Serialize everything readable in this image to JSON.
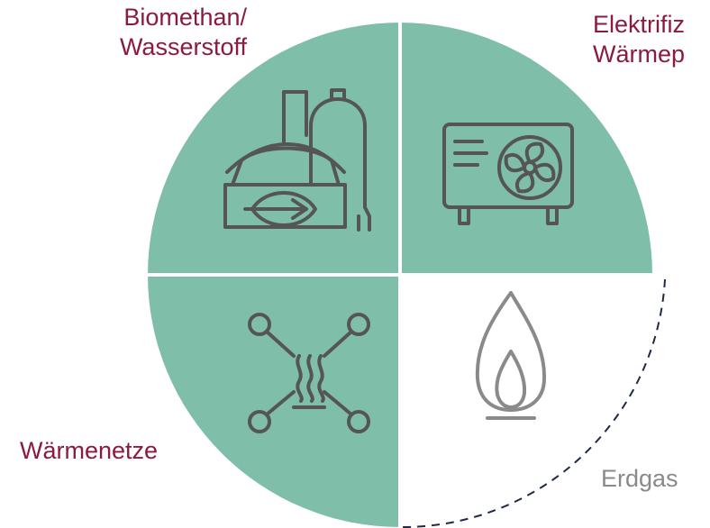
{
  "colors": {
    "segment_fill": "#7fbfa9",
    "label_accent": "#8b1a3f",
    "label_muted": "#8a8a8a",
    "icon_dark": "#555555",
    "icon_muted": "#8a8a8a",
    "divider": "#ffffff",
    "dashed_outline": "#1f2a44"
  },
  "segments": [
    {
      "id": "biomethan",
      "label_lines": [
        "Biomethan/",
        "Wasserstoff"
      ],
      "icon": "biogas-plant-icon",
      "active": true
    },
    {
      "id": "elektrifizierung",
      "label_lines": [
        "Elektrifiz",
        "Wärmep"
      ],
      "icon": "heat-pump-icon",
      "active": true
    },
    {
      "id": "waermenetze",
      "label_lines": [
        "Wärmenetze"
      ],
      "icon": "heat-network-icon",
      "active": true
    },
    {
      "id": "erdgas",
      "label_lines": [
        "Erdgas"
      ],
      "icon": "gas-flame-icon",
      "active": false
    }
  ]
}
